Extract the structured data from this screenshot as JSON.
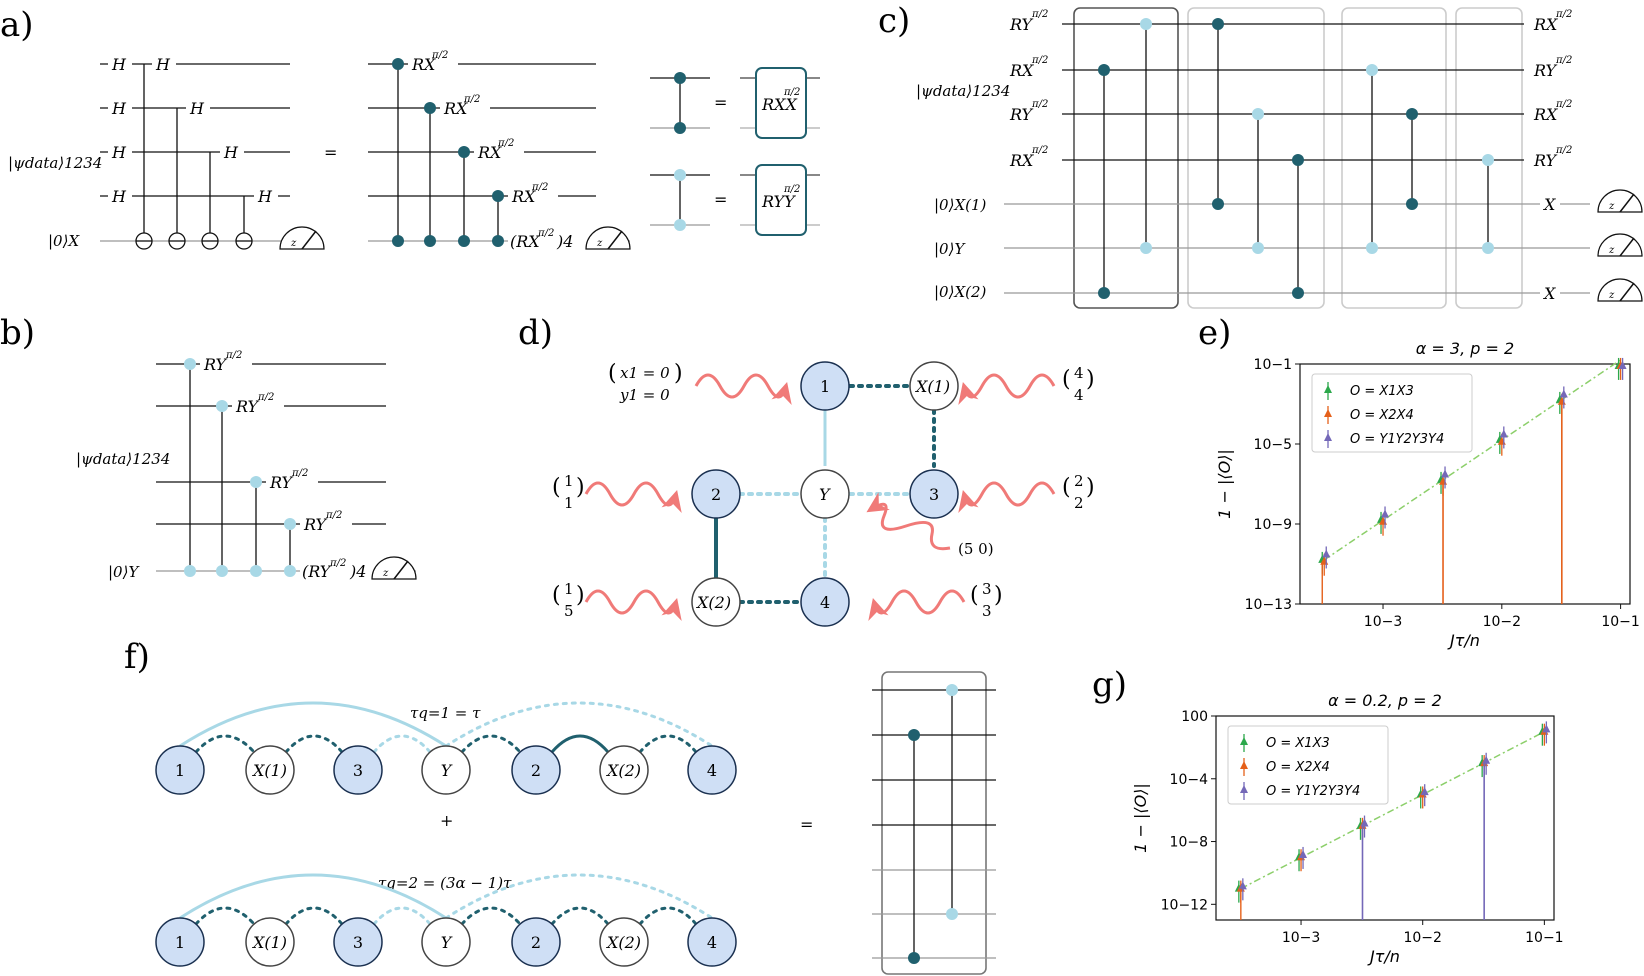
{
  "panels": {
    "a": {
      "label": "a)",
      "state": "|ψdata⟩1234",
      "ancilla": "|0⟩X",
      "h": "H",
      "rx": "RX",
      "power": "π/2",
      "rx4": "(RX",
      "rx4b": "π/2",
      "rx4c": ")4",
      "eq": "=",
      "rxx": "RXX",
      "ryy": "RYY",
      "z": "z"
    },
    "b": {
      "label": "b)",
      "state": "|ψdata⟩1234",
      "ancilla": "|0⟩Y",
      "ry": "RY",
      "power": "π/2",
      "ry4": "(RY",
      "ry4b": "π/2",
      "ry4c": ")4",
      "z": "z"
    },
    "c": {
      "label": "c)",
      "state": "|ψdata⟩1234",
      "rx": "RX",
      "ry": "RY",
      "power": "π/2",
      "anc1": "|0⟩X(1)",
      "ancY": "|0⟩Y",
      "anc2": "|0⟩X(2)",
      "x": "X",
      "z": "z"
    },
    "d": {
      "label": "d)",
      "coord1a": "x1 = 0",
      "coord1b": "y1 = 0",
      "v2a": "1",
      "v2b": "1",
      "v4a": "4",
      "v4b": "4",
      "v3a": "2",
      "v3b": "2",
      "vYa": "(5 0)",
      "vX2a": "1",
      "vX2b": "5",
      "v4ba": "3",
      "v4bb": "3",
      "n1": "1",
      "n2": "2",
      "n3": "3",
      "n4": "4",
      "nY": "Y",
      "nX1": "X(1)",
      "nX2": "X(2)"
    },
    "e": {
      "label": "e)",
      "title": "α = 3,  p = 2",
      "ylabel": "1 − |⟨O⟩|",
      "xlabel": "Jτ/n",
      "yticks": [
        "10−1",
        "10−5",
        "10−9",
        "10−13"
      ],
      "xticks": [
        "10−3",
        "10−2",
        "10−1"
      ],
      "legend": [
        "O = X1X3",
        "O = X2X4",
        "O = Y1Y2Y3Y4"
      ]
    },
    "f": {
      "label": "f)",
      "tau1": "τq=1 = τ",
      "tau2": "τq=2 = (3α − 1)τ",
      "plus": "+",
      "eq": "=",
      "nodes": [
        "1",
        "X(1)",
        "3",
        "Y",
        "2",
        "X(2)",
        "4"
      ]
    },
    "g": {
      "label": "g)",
      "title": "α = 0.2,  p = 2",
      "ylabel": "1 − |⟨O⟩|",
      "xlabel": "Jτ/n",
      "yticks": [
        "100",
        "10−4",
        "10−8",
        "10−12"
      ],
      "xticks": [
        "10−3",
        "10−2",
        "10−1"
      ],
      "legend": [
        "O = X1X3",
        "O = X2X4",
        "O = Y1Y2Y3Y4"
      ]
    }
  },
  "colors": {
    "dark": "#20606e",
    "light": "#a8d8e6",
    "node": "#cfdff5",
    "red": "#f07a78",
    "green": "#2ca84b",
    "orange": "#e5601a",
    "purple": "#7468b8"
  },
  "chart_data": [
    {
      "type": "scatter",
      "title": "α = 3,  p = 2",
      "xlabel": "Jτ/n",
      "ylabel": "1 − |⟨O⟩|",
      "xscale": "log",
      "yscale": "log",
      "xlim": [
        0.0002,
        0.12
      ],
      "ylim": [
        1e-13,
        0.1
      ],
      "x": [
        0.00032,
        0.001,
        0.0032,
        0.01,
        0.032,
        0.1
      ],
      "series": [
        {
          "name": "O = X1X3",
          "values": [
            1.6e-11,
            1.6e-09,
            1.6e-07,
            1.6e-05,
            0.0016,
            0.16
          ]
        },
        {
          "name": "O = X2X4",
          "values": [
            1.3e-11,
            1.3e-09,
            1.3e-07,
            1.3e-05,
            0.0013,
            0.13
          ]
        },
        {
          "name": "O = Y1Y2Y3Y4",
          "values": [
            3e-11,
            3e-09,
            3e-07,
            3e-05,
            0.003,
            0.3
          ]
        }
      ],
      "legend": "upper-left"
    },
    {
      "type": "scatter",
      "title": "α = 0.2,  p = 2",
      "xlabel": "Jτ/n",
      "ylabel": "1 − |⟨O⟩|",
      "xscale": "log",
      "yscale": "log",
      "xlim": [
        0.0002,
        0.12
      ],
      "ylim": [
        1e-13,
        1
      ],
      "x": [
        0.00032,
        0.001,
        0.0032,
        0.01,
        0.032,
        0.1
      ],
      "series": [
        {
          "name": "O = X1X3",
          "values": [
            1e-11,
            1e-09,
            1e-07,
            1e-05,
            0.001,
            0.1
          ]
        },
        {
          "name": "O = X2X4",
          "values": [
            1e-11,
            1e-09,
            1e-07,
            1e-05,
            0.001,
            0.1
          ]
        },
        {
          "name": "O = Y1Y2Y3Y4",
          "values": [
            1.4e-11,
            1.4e-09,
            1.4e-07,
            1.4e-05,
            0.0014,
            0.14
          ]
        }
      ],
      "legend": "upper-left"
    }
  ]
}
